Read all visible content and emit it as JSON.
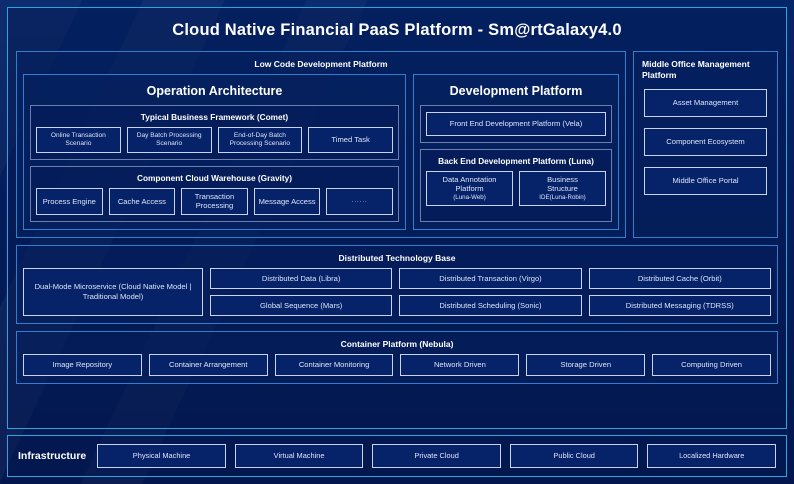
{
  "header": {
    "title": "Cloud Native Financial PaaS Platform - Sm@rtGalaxy4.0"
  },
  "low_code": {
    "title": "Low Code Development Platform",
    "operation": {
      "title": "Operation Architecture",
      "business_framework": {
        "title": "Typical Business Framework (Comet)",
        "items": [
          "Online Transaction Scenario",
          "Day Batch Processing Scenario",
          "End-of-Day Batch Processing Scenario",
          "Timed Task"
        ]
      },
      "component_warehouse": {
        "title": "Component Cloud Warehouse (Gravity)",
        "items": [
          "Process Engine",
          "Cache Access",
          "Transaction Processing",
          "Message Access",
          "......"
        ]
      }
    },
    "development": {
      "title": "Development Platform",
      "front_end": "Front End Development Platform (Vela)",
      "back_end": {
        "title": "Back End Development Platform (Luna)",
        "items": [
          {
            "line1": "Data Annotation",
            "line2": "Platform",
            "line3": "(Luna-Web)"
          },
          {
            "line1": "Business",
            "line2": "Structure",
            "line3": "IDE(Luna-Robin)"
          }
        ]
      }
    }
  },
  "middle_office": {
    "title": "Middle Office Management Platform",
    "items": [
      "Asset Management",
      "Component Ecosystem",
      "Middle Office Portal"
    ]
  },
  "distributed_base": {
    "title": "Distributed Technology Base",
    "featured": "Dual-Mode Microservice (Cloud Native Model | Traditional Model)",
    "columns": [
      [
        "Distributed Data (Libra)",
        "Global Sequence (Mars)"
      ],
      [
        "Distributed Transaction (Virgo)",
        "Distributed Scheduling (Sonic)"
      ],
      [
        "Distributed Cache (Orbit)",
        "Distributed Messaging (TDRSS)"
      ]
    ]
  },
  "container_platform": {
    "title": "Container Platform (Nebula)",
    "items": [
      "Image Repository",
      "Container Arrangement",
      "Container Monitoring",
      "Network Driven",
      "Storage Driven",
      "Computing Driven"
    ]
  },
  "infrastructure": {
    "label": "Infrastructure",
    "items": [
      "Physical Machine",
      "Virtual Machine",
      "Private Cloud",
      "Public Cloud",
      "Localized Hardware"
    ]
  },
  "colors": {
    "background": "#041d5d",
    "accent_cyan": "#27a6e4",
    "section_border": "#2e7fd0",
    "subpanel_border": "#6b7fae",
    "chip_border": "#c8d4ef",
    "text": "#ffffff"
  }
}
